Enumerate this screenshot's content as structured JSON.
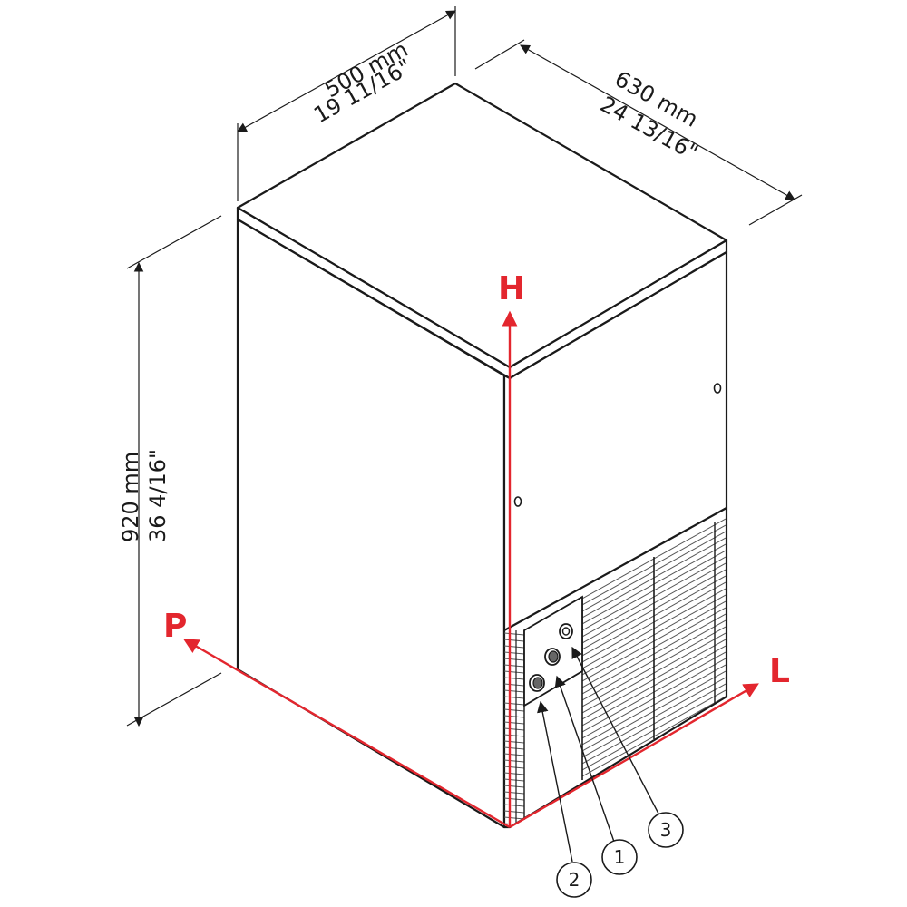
{
  "dimensions": {
    "width": {
      "metric": "500 mm",
      "imperial": "19 11/16\""
    },
    "depth": {
      "metric": "630 mm",
      "imperial": "24 13/16\""
    },
    "height": {
      "metric": "920 mm",
      "imperial": "36 4/16\""
    }
  },
  "axes": {
    "h": "H",
    "p": "P",
    "l": "L"
  },
  "callouts": [
    {
      "number": "2"
    },
    {
      "number": "1"
    },
    {
      "number": "3"
    }
  ],
  "colors": {
    "outline": "#1a1a1a",
    "axis": "#e3262e",
    "background": "#ffffff"
  }
}
